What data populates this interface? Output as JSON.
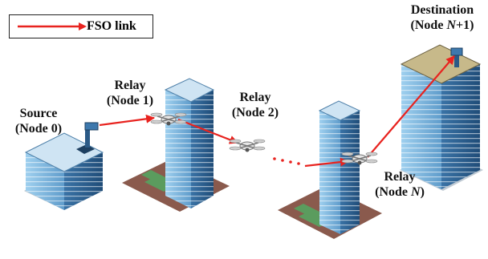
{
  "legend": {
    "label": "FSO link"
  },
  "nodes": {
    "source": {
      "line1": "Source",
      "line2": "(Node 0)"
    },
    "relay1": {
      "line1": "Relay",
      "line2": "(Node 1)"
    },
    "relay2": {
      "line1": "Relay",
      "line2": "(Node 2)"
    },
    "relayN": {
      "line1": "Relay",
      "line2_pre": "(Node ",
      "line2_var": "N",
      "line2_post": ")"
    },
    "destination": {
      "line1": "Destination",
      "line2_pre": "(Node ",
      "line2_var": "N",
      "line2_post": "+1)"
    }
  },
  "colors": {
    "link": "#e8231f",
    "building_light": "#6fa9d3",
    "building_dark": "#2c5e8c",
    "ground": "#7d4a3a"
  }
}
